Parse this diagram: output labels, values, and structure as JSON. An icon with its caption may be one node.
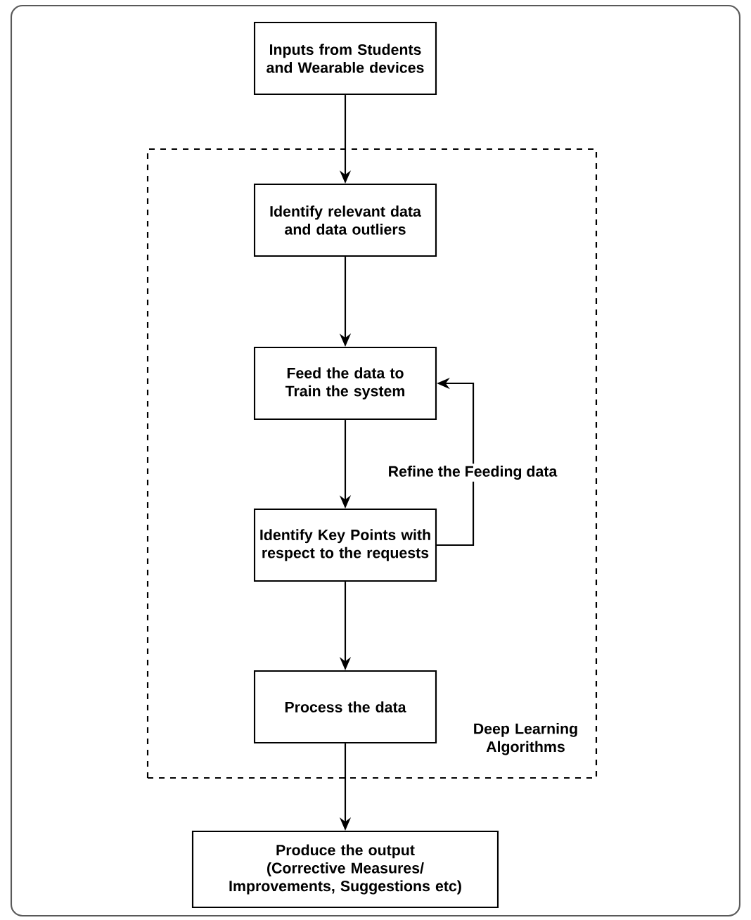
{
  "diagram": {
    "nodes": [
      {
        "text": [
          "Inputs from Students and Wearable devices"
        ]
      },
      {
        "text": [
          "Deep Learning Algorithms"
        ]
      },
      {
        "text": [
          "Identify relevant data and data outliers"
        ],
        "in": 1
      },
      {
        "text": [
          "Feed the data to Train the system"
        ],
        "in": 1
      },
      {
        "text": [
          "Identify Key Points with respect to the requests"
        ],
        "in": 1
      },
      {
        "text": [
          "Process the data"
        ],
        "in": 1
      },
      {
        "text": [
          "Produce the output",
          "(Corrective Measures/ Improvements, Suggestions etc)"
        ]
      }
    ],
    "edges": [
      {
        "from": 0,
        "to": 2,
        "arrow": "to"
      },
      {
        "from": 2,
        "to": 3,
        "arrow": "to"
      },
      {
        "from": 3,
        "to": 4,
        "arrow": "to"
      },
      {
        "from": 4,
        "to": 3,
        "arrow": "to",
        "label": "Refine the Feeding data"
      },
      {
        "from": 4,
        "to": 5,
        "arrow": "to"
      },
      {
        "from": 5,
        "to": 6,
        "arrow": "to"
      }
    ]
  }
}
